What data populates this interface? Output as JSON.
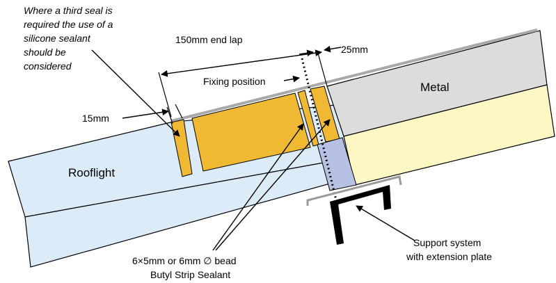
{
  "labels": {
    "note_line1": "Where a third seal is",
    "note_line2": "required the use of a",
    "note_line3": "silicone sealant",
    "note_line4": "should be",
    "note_line5": "considered",
    "end_lap": "150mm end lap",
    "dim_25": "25mm",
    "dim_15": "15mm",
    "fixing_position": "Fixing position",
    "metal": "Metal",
    "rooflight": "Rooflight",
    "sealant_line1": "6×5mm or 6mm ∅ bead",
    "sealant_line2": "Butyl Strip Sealant",
    "support_line1": "Support system",
    "support_line2": "with extension plate"
  },
  "colors": {
    "rooflight": "#dcebf8",
    "metal_top": "#dcdcdc",
    "metal_bottom": "#fdf7c4",
    "sealant": "#f0b934",
    "blue_overlap": "#b7c1e4",
    "support": "#000000",
    "extension_plate": "#9a9a9a"
  }
}
